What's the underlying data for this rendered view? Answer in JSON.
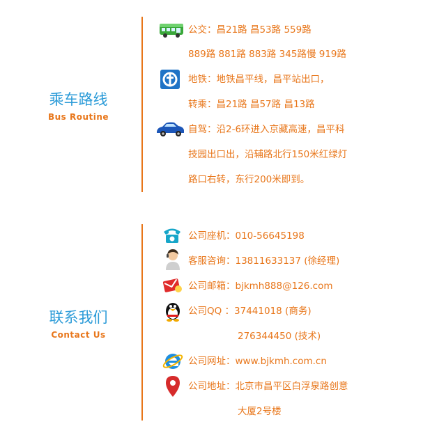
{
  "routes": {
    "heading_zh": "乘车路线",
    "heading_en": "Bus Routine",
    "bus_line1": "公交：昌21路   昌53路   559路",
    "bus_line2": "889路 881路   883路   345路慢   919路",
    "subway_line1": "地铁：地铁昌平线，昌平站出口，",
    "subway_line2": "转乘：昌21路   昌57路   昌13路",
    "drive_line1": "自驾：沿2-6环进入京藏高速，昌平科",
    "drive_line2": "技园出口出，沿辅路北行150米红绿灯",
    "drive_line3": "路口右转，东行200米即到。"
  },
  "contact": {
    "heading_zh": "联系我们",
    "heading_en": "Contact Us",
    "phone": "公司座机：010-56645198",
    "service": "客服咨询：13811633137  (徐经理)",
    "email": "公司邮箱：bjkmh888@126.com",
    "qq_line1": "公司QQ  ：37441018    (商务)",
    "qq_line2": "276344450 (技术)",
    "website": "公司网址：www.bjkmh.com.cn",
    "address_line1": "公司地址：北京市昌平区白浮泉路创意",
    "address_line2": "大厦2号楼"
  },
  "colors": {
    "accent_orange": "#e8761a",
    "heading_blue": "#2b9bd8"
  }
}
